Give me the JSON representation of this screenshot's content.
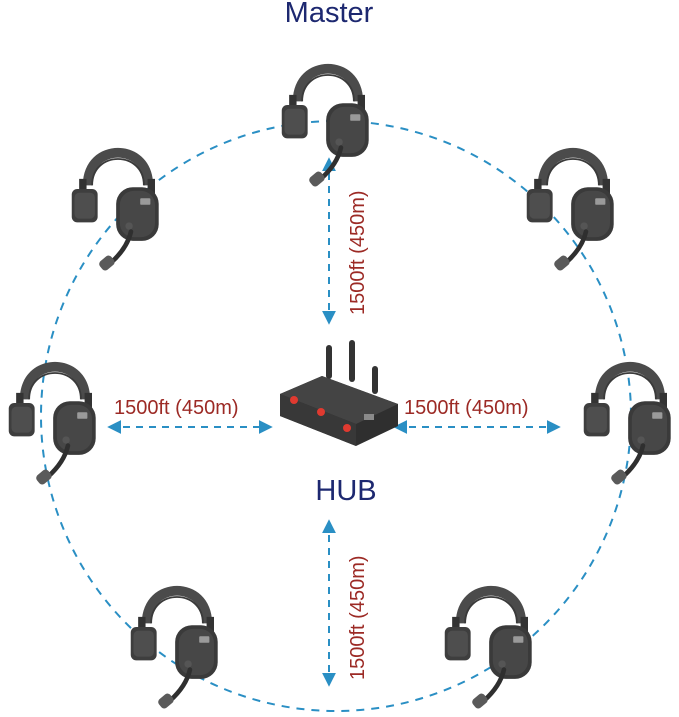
{
  "labels": {
    "master": "Master",
    "hub": "HUB",
    "distance_top": "1500ft (450m)",
    "distance_left": "1500ft (450m)",
    "distance_right": "1500ft (450m)",
    "distance_bottom": "1500ft (450m)"
  },
  "colors": {
    "circle": "#2a8fc4",
    "arrow": "#2a8fc4",
    "title_text": "#1d2870",
    "distance_text": "#9c2a25",
    "headset_body": "#4a4a4a",
    "headset_dark": "#2e2e2e",
    "hub_body": "#3c3c3c",
    "hub_button": "#e03a30"
  },
  "icons": {
    "headset": "headset-icon",
    "hub": "hub-device-icon"
  },
  "headsets": [
    {
      "role": "master"
    },
    {
      "role": "remote"
    },
    {
      "role": "remote"
    },
    {
      "role": "remote"
    },
    {
      "role": "remote"
    },
    {
      "role": "remote"
    },
    {
      "role": "remote"
    }
  ]
}
